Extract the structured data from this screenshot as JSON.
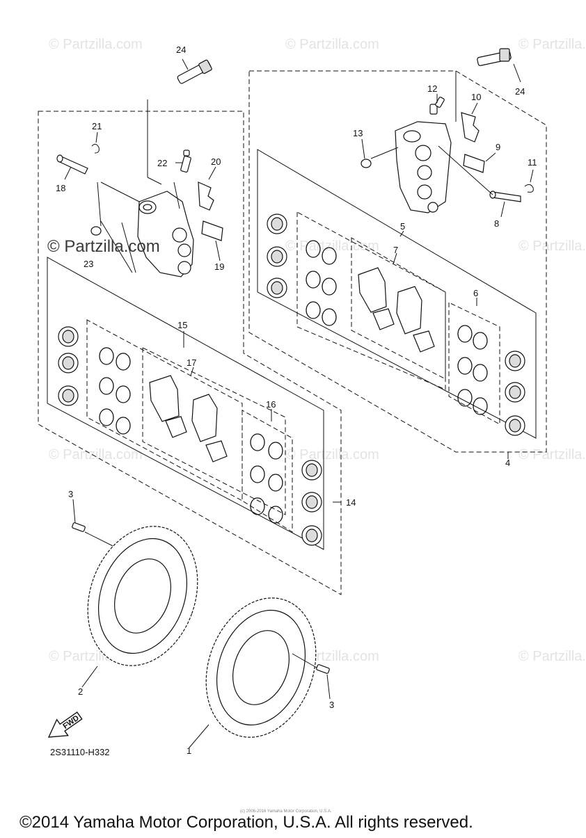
{
  "diagram": {
    "callouts": {
      "c1": "1",
      "c2": "2",
      "c3a": "3",
      "c3b": "3",
      "c4": "4",
      "c5": "5",
      "c6": "6",
      "c7": "7",
      "c8": "8",
      "c9": "9",
      "c10": "10",
      "c11": "11",
      "c12": "12",
      "c13": "13",
      "c14": "14",
      "c15": "15",
      "c16": "16",
      "c17": "17",
      "c18": "18",
      "c19": "19",
      "c20": "20",
      "c21": "21",
      "c22": "22",
      "c23": "23",
      "c24a": "24",
      "c24b": "24"
    },
    "diagram_code": "2S31110-H332",
    "fwd_label": "FWD",
    "watermark": "© Partzilla.com",
    "watermark_prominent": "© Partzilla.com",
    "small_copyright": "(c) 2006-2016 Yamaha Motor Corporation, U.S.A.",
    "copyright": "©2014 Yamaha Motor Corporation, U.S.A. All rights reserved."
  }
}
